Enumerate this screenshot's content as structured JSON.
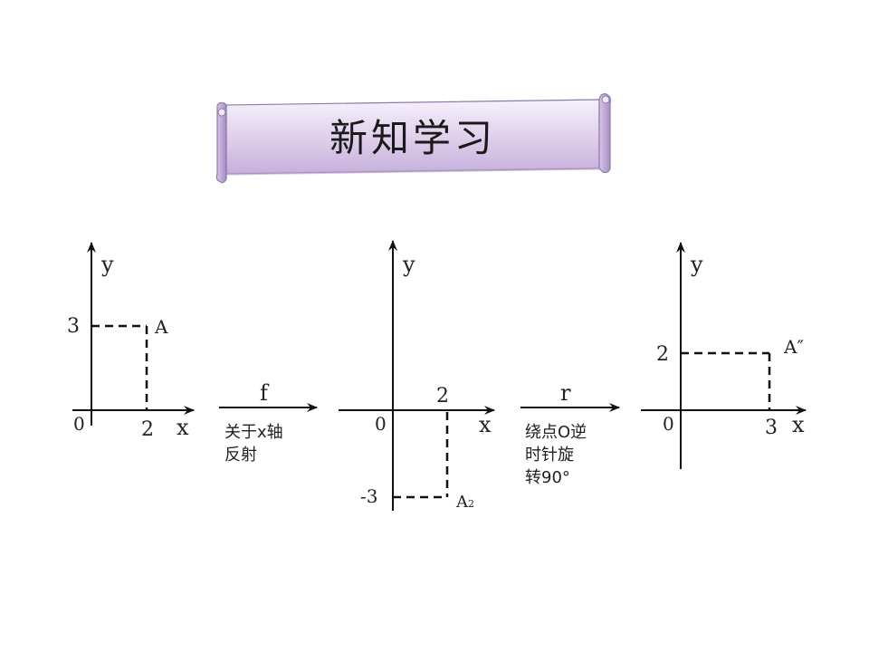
{
  "banner": {
    "title": "新知学习"
  },
  "diagrams": {
    "d1": {
      "x_axis": "x",
      "y_axis": "y",
      "origin": "0",
      "tick_x": "2",
      "tick_y": "3",
      "point": "A"
    },
    "d2": {
      "x_axis": "x",
      "y_axis": "y",
      "origin": "0",
      "tick_x": "2",
      "tick_y": "-3",
      "point": "A",
      "point_sub": "2"
    },
    "d3": {
      "x_axis": "x",
      "y_axis": "y",
      "origin": "0",
      "tick_x": "3",
      "tick_y": "2",
      "point": "A″"
    }
  },
  "transforms": {
    "f": {
      "label": "f",
      "caption_line1": "关于x轴",
      "caption_line2": "反射"
    },
    "r": {
      "label": "r",
      "caption_line1": "绕点O逆",
      "caption_line2": "时针旋",
      "caption_line3": "转90°"
    }
  }
}
